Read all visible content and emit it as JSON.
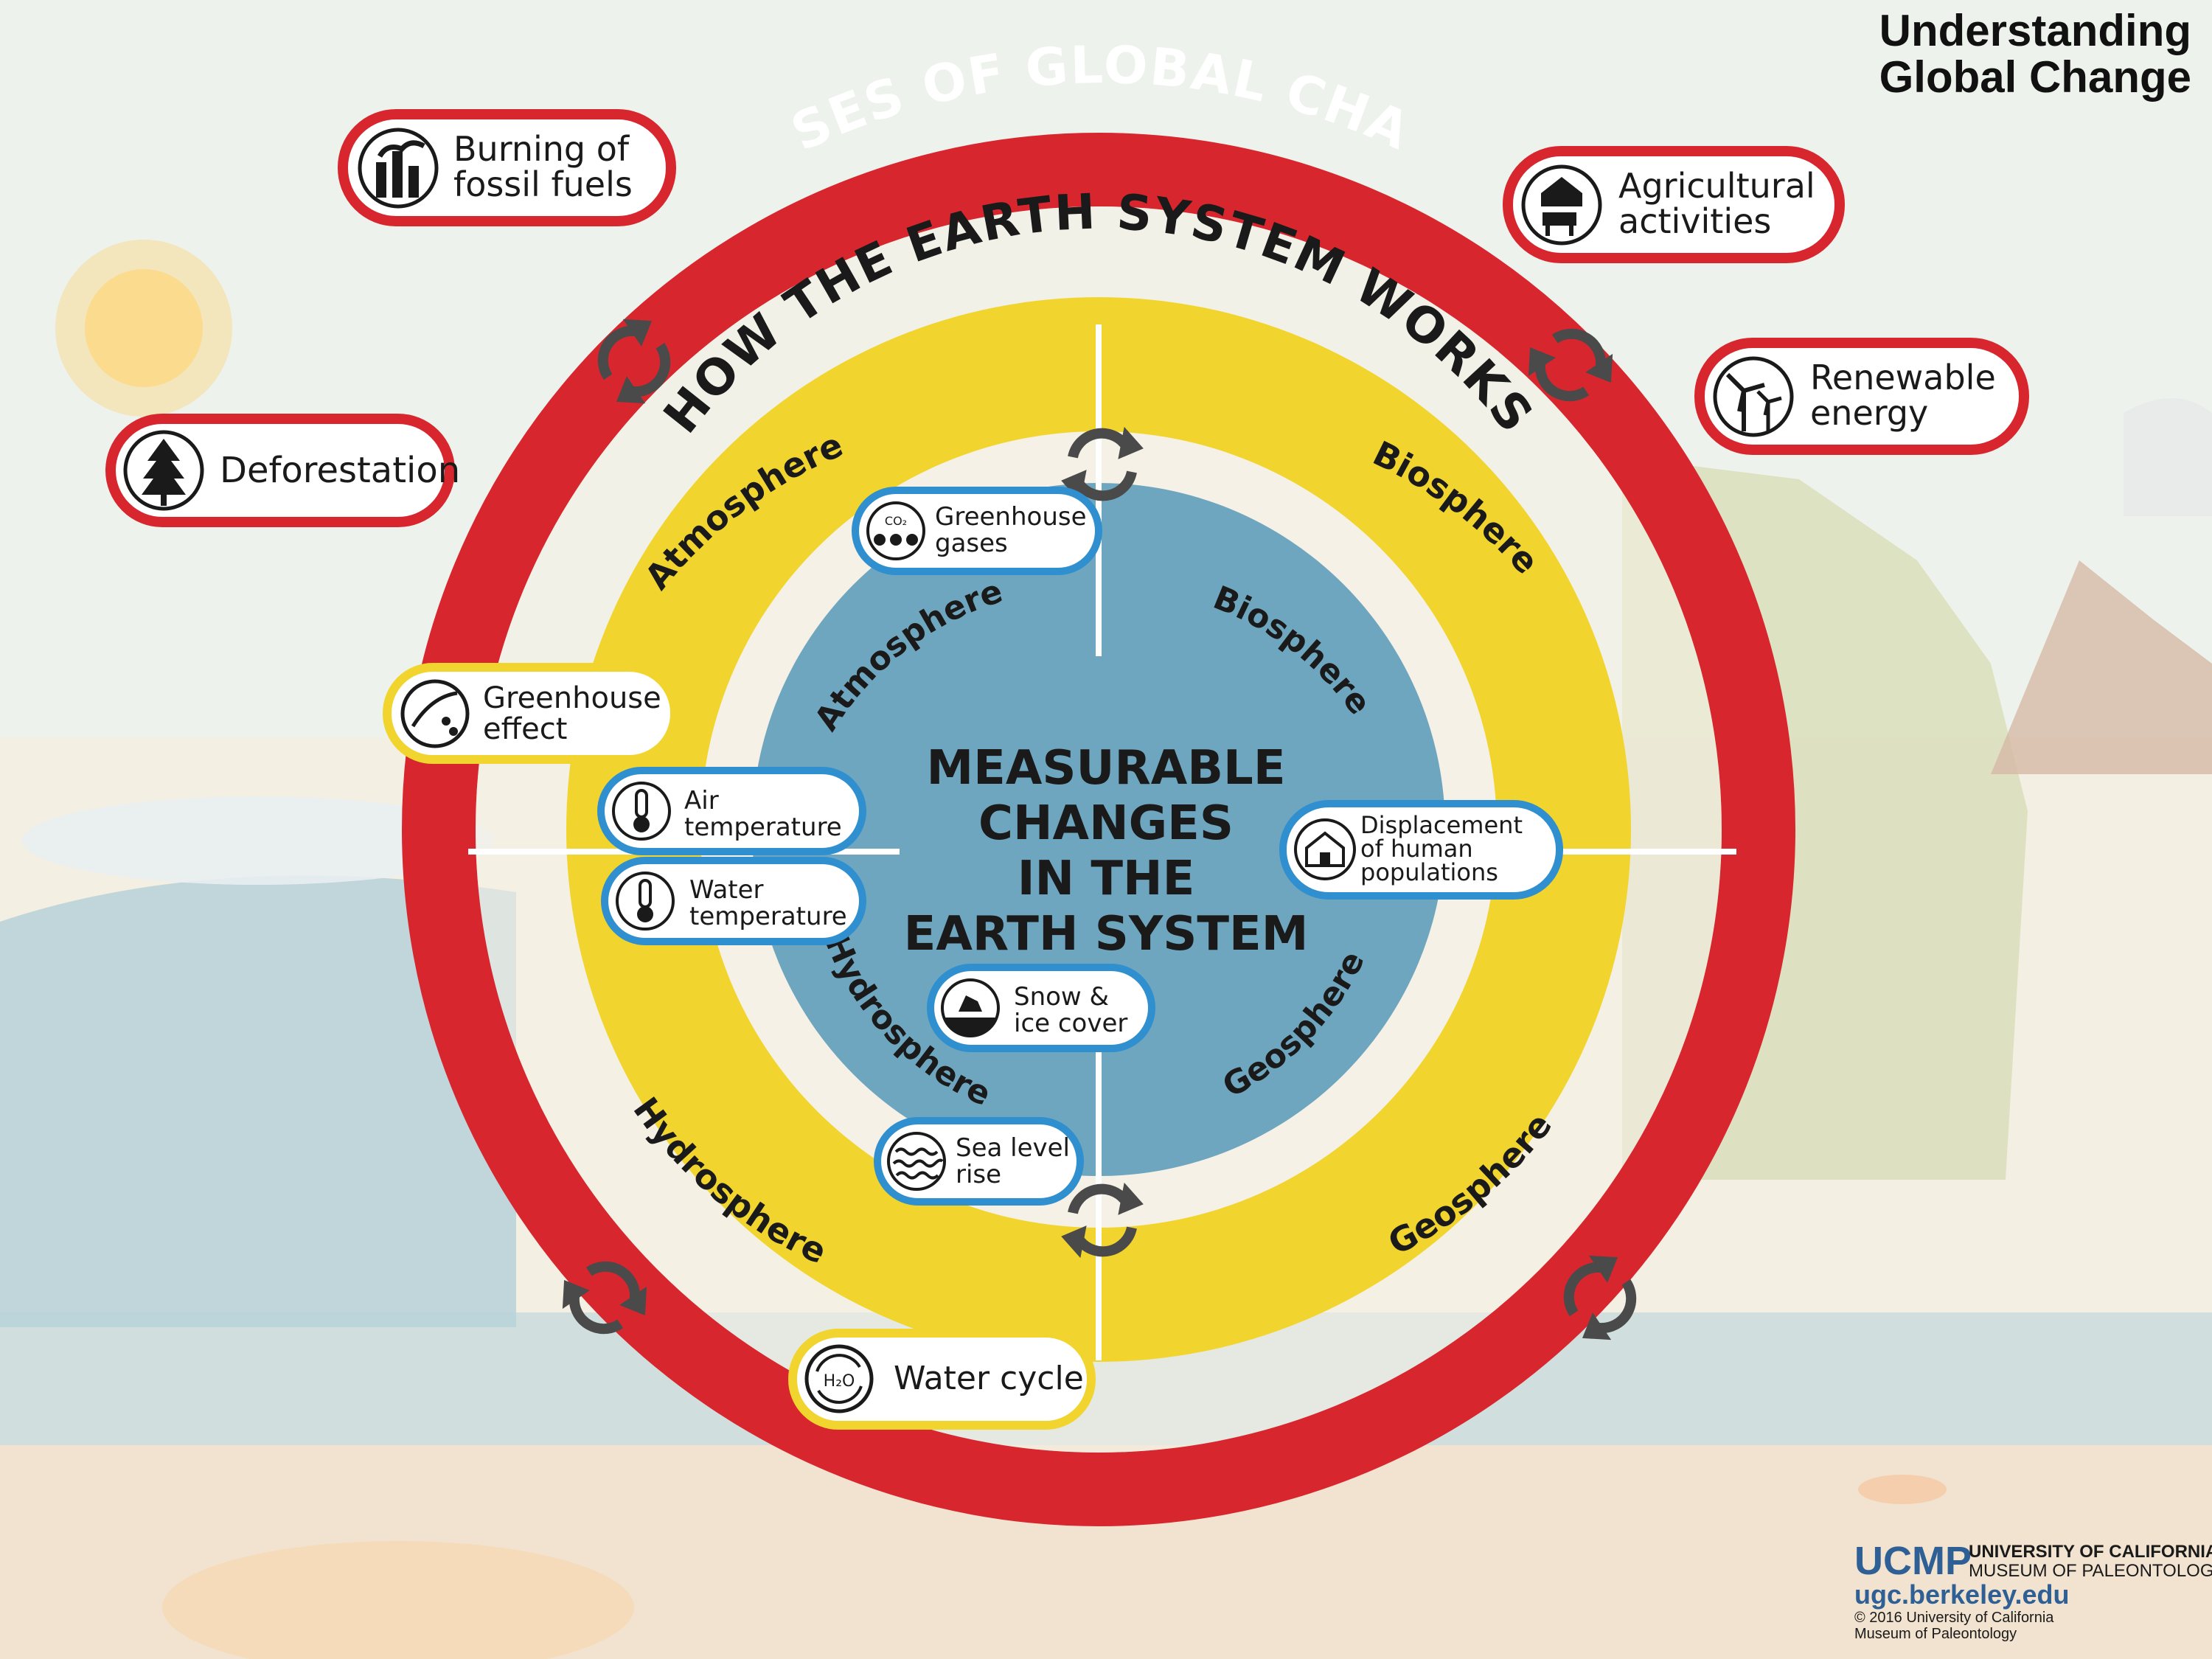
{
  "header": {
    "title_line1": "Understanding",
    "title_line2": "Global Change"
  },
  "outer_ring": {
    "title": "CAUSES OF GLOBAL CHANGE"
  },
  "middle_ring": {
    "title": "HOW THE EARTH SYSTEM WORKS",
    "spheres": {
      "atmosphere": "Atmosphere",
      "biosphere": "Biosphere",
      "hydrosphere": "Hydrosphere",
      "geosphere": "Geosphere"
    }
  },
  "center": {
    "title_lines": [
      "MEASURABLE",
      "CHANGES",
      "IN THE",
      "EARTH SYSTEM"
    ],
    "spheres": {
      "atmosphere": "Atmosphere",
      "biosphere": "Biosphere",
      "hydrosphere": "Hydrosphere",
      "geosphere": "Geosphere"
    }
  },
  "causes": {
    "burning": {
      "line1": "Burning of",
      "line2": "fossil fuels",
      "icon": "factory-icon"
    },
    "agriculture": {
      "line1": "Agricultural",
      "line2": "activities",
      "icon": "barn-cow-icon"
    },
    "renewable": {
      "line1": "Renewable",
      "line2": "energy",
      "icon": "wind-turbine-icon"
    },
    "deforestation": {
      "line1": "Deforestation",
      "icon": "tree-icon"
    }
  },
  "processes": {
    "greenhouse_effect": {
      "line1": "Greenhouse",
      "line2": "effect",
      "icon": "greenhouse-effect-icon"
    },
    "water_cycle": {
      "line1": "Water cycle",
      "icon": "water-cycle-icon",
      "icon_text": "H₂O"
    }
  },
  "changes": {
    "greenhouse_gases": {
      "line1": "Greenhouse",
      "line2": "gases",
      "icon": "co2-molecule-icon",
      "icon_text": "CO₂"
    },
    "air_temperature": {
      "line1": "Air",
      "line2": "temperature",
      "icon": "thermometer-icon"
    },
    "water_temperature": {
      "line1": "Water",
      "line2": "temperature",
      "icon": "thermometer-icon"
    },
    "displacement": {
      "line1": "Displacement",
      "line2": "of human",
      "line3": "populations",
      "icon": "house-icon"
    },
    "snow_ice": {
      "line1": "Snow &",
      "line2": "ice cover",
      "icon": "snow-ice-icon"
    },
    "sea_level": {
      "line1": "Sea level",
      "line2": "rise",
      "icon": "waves-icon"
    }
  },
  "footer": {
    "logo": "UCMP",
    "org_line1": "UNIVERSITY OF CALIFORNIA",
    "org_line2": "MUSEUM OF PALEONTOLOGY",
    "url": "ugc.berkeley.edu",
    "copyright_line1": "© 2016 University of California",
    "copyright_line2": "Museum of Paleontology"
  },
  "colors": {
    "red": "#d8262e",
    "yellow": "#f1d52e",
    "blue": "#6fa6bf",
    "pill_blue": "#2f8fcf"
  }
}
